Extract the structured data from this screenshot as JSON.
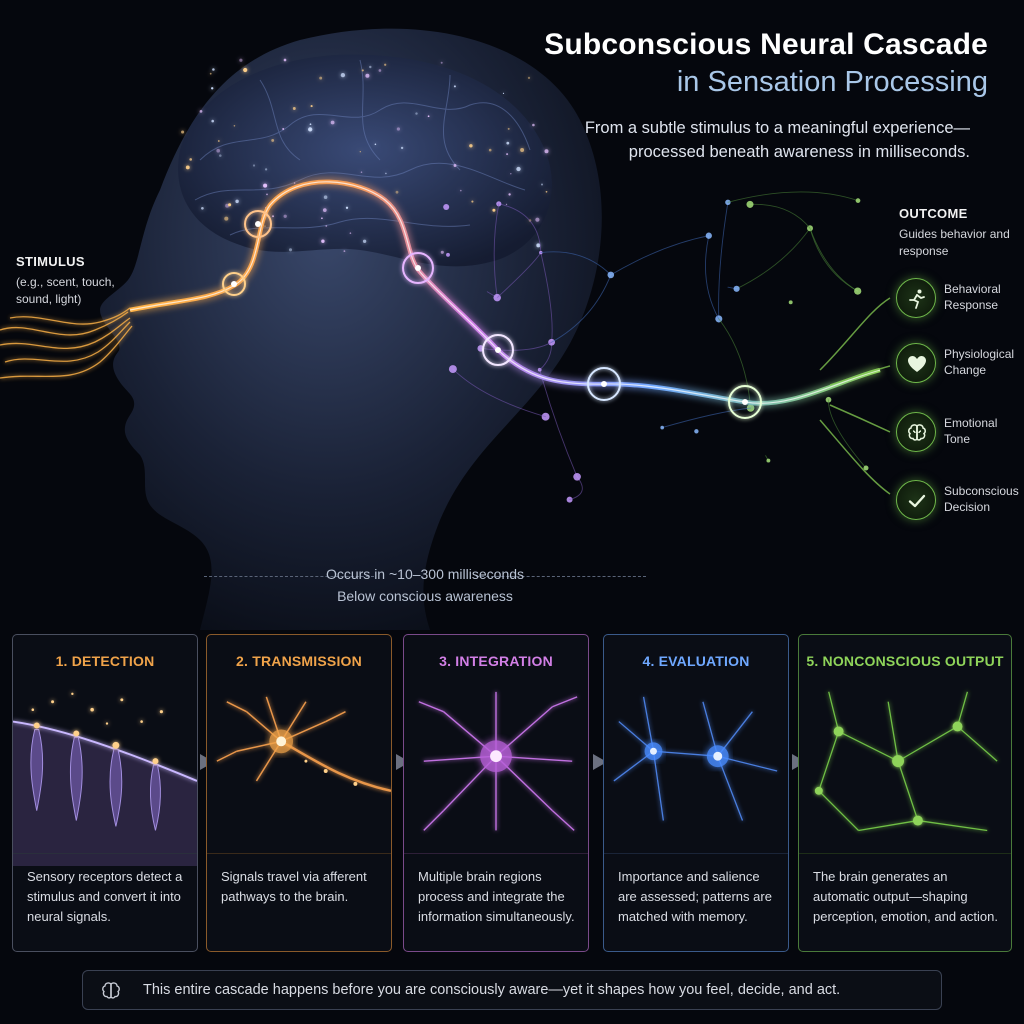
{
  "header": {
    "title_line1": "Subconscious Neural Cascade",
    "title_line2": "in Sensation Processing",
    "subtitle": "From a subtle stimulus to a meaningful experience—processed beneath awareness in milliseconds."
  },
  "stimulus": {
    "label": "STIMULUS",
    "description": "(e.g., scent, touch, sound, light)"
  },
  "outcome": {
    "label": "OUTCOME",
    "description": "Guides behavior and response",
    "items": [
      {
        "label": "Behavioral Response",
        "icon": "running-person-icon"
      },
      {
        "label": "Physiological Change",
        "icon": "heart-icon"
      },
      {
        "label": "Emotional Tone",
        "icon": "brain-icon"
      },
      {
        "label": "Subconscious Decision",
        "icon": "checkmark-icon"
      }
    ]
  },
  "timing": {
    "line1": "Occurs in ~10–300 milliseconds",
    "line2": "Below conscious awareness"
  },
  "steps": [
    {
      "title": "1. DETECTION",
      "text": "Sensory receptors detect a stimulus and convert it into neural signals.",
      "color": "#f0a34a"
    },
    {
      "title": "2. TRANSMISSION",
      "text": "Signals travel via afferent pathways to the brain.",
      "color": "#f0a34a"
    },
    {
      "title": "3. INTEGRATION",
      "text": "Multiple brain regions process and integrate the information simultaneously.",
      "color": "#d27fe6"
    },
    {
      "title": "4. EVALUATION",
      "text": "Importance and salience are assessed; patterns are matched with memory.",
      "color": "#6fa8ff"
    },
    {
      "title": "5. NONCONSCIOUS OUTPUT",
      "text": "The brain generates an automatic output—shaping perception, emotion, and action.",
      "color": "#8fd45a"
    }
  ],
  "footer": {
    "text": "This entire cascade happens before you are consciously aware—yet it shapes how you feel, decide, and act.",
    "icon": "brain-icon"
  },
  "colors": {
    "orange": "#f0a34a",
    "purple": "#d27fe6",
    "blue": "#6fa8ff",
    "green": "#8fd45a",
    "background": "#05070d"
  }
}
